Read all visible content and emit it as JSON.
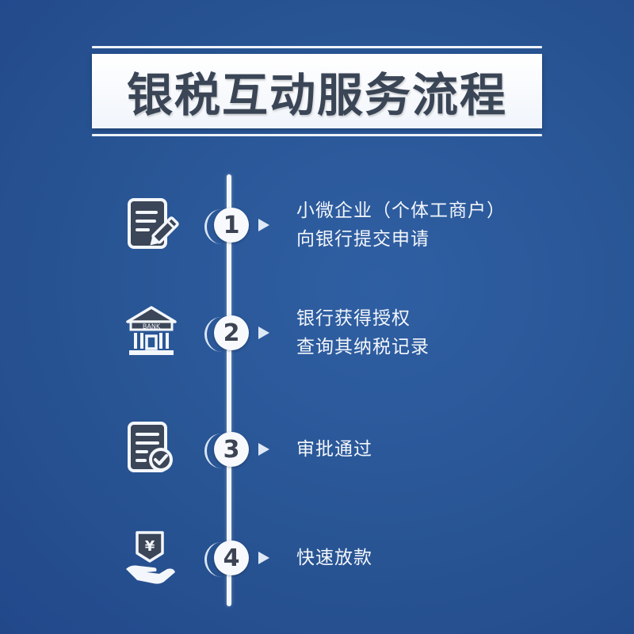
{
  "title": "银税互动服务流程",
  "colors": {
    "background": "#285493",
    "title_box": "#ffffff",
    "title_text": "#3a4556",
    "timeline": "#f4f8fd",
    "step_text": "#f3f6fb"
  },
  "steps": [
    {
      "number": "1",
      "icon": "document-edit-icon",
      "lines": [
        "小微企业（个体工商户）",
        "向银行提交申请"
      ]
    },
    {
      "number": "2",
      "icon": "bank-building-icon",
      "icon_label": "BANK",
      "lines": [
        "银行获得授权",
        "查询其纳税记录"
      ]
    },
    {
      "number": "3",
      "icon": "document-check-icon",
      "lines": [
        "审批通过"
      ]
    },
    {
      "number": "4",
      "icon": "hand-yuan-icon",
      "icon_label": "¥",
      "lines": [
        "快速放款"
      ]
    }
  ]
}
